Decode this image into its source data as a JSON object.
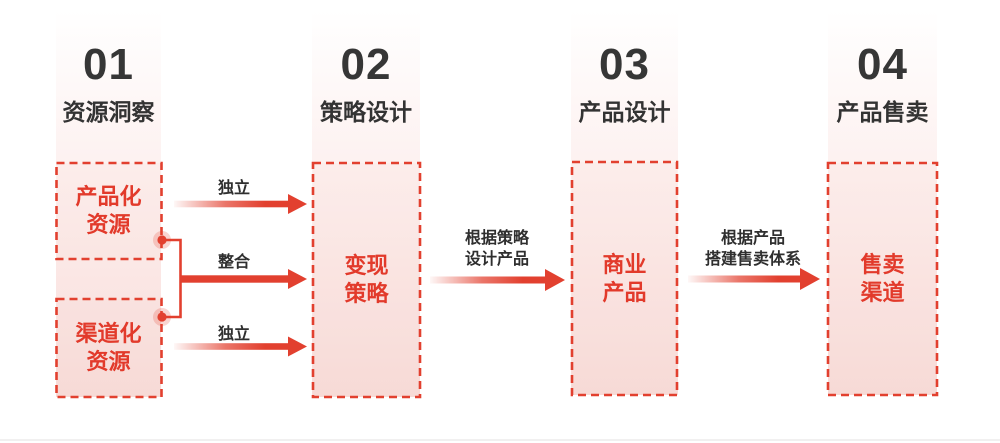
{
  "colors": {
    "accent_red": "#E2402F",
    "red_text": "#E23A2B",
    "dark_text": "#333333",
    "strip_pink_bottom": "#F8DCD9",
    "divider_gray": "#F1F0F0"
  },
  "stages": [
    {
      "number": "01",
      "title": "资源洞察"
    },
    {
      "number": "02",
      "title": "策略设计"
    },
    {
      "number": "03",
      "title": "产品设计"
    },
    {
      "number": "04",
      "title": "产品售卖"
    }
  ],
  "boxes": {
    "productized": {
      "line1": "产品化",
      "line2": "资源"
    },
    "channelized": {
      "line1": "渠道化",
      "line2": "资源"
    },
    "monetization": {
      "line1": "变现",
      "line2": "策略"
    },
    "commercial": {
      "line1": "商业",
      "line2": "产品"
    },
    "sales_channel": {
      "line1": "售卖",
      "line2": "渠道"
    }
  },
  "arrows": {
    "independent_top": "独立",
    "integrate": "整合",
    "independent_bottom": "独立",
    "strategy_to_product": {
      "line1": "根据策略",
      "line2": "设计产品"
    },
    "product_to_sales": {
      "line1": "根据产品",
      "line2": "搭建售卖体系"
    }
  }
}
